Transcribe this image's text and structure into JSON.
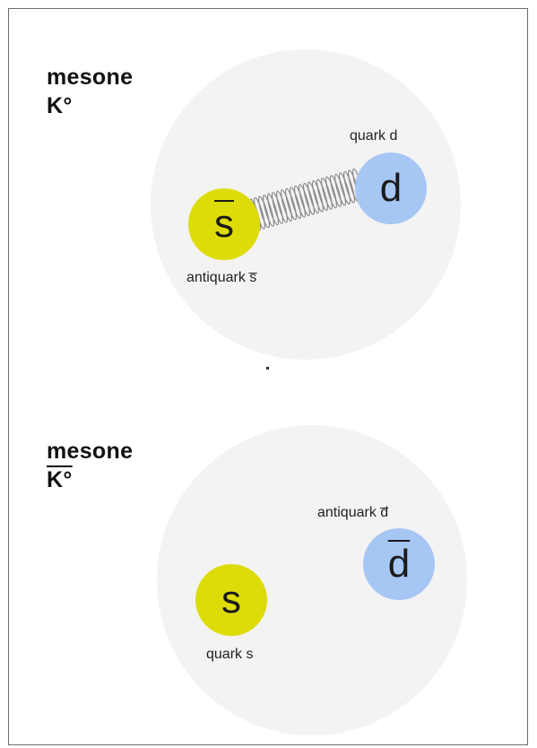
{
  "diagrams": [
    {
      "title_line1": "mesone",
      "title_line2": "K°",
      "title_overlined": false,
      "left_particle": {
        "symbol": "s",
        "overlined": true,
        "color": "#dedc08",
        "label": "antiquark s̅"
      },
      "right_particle": {
        "symbol": "d",
        "overlined": false,
        "color": "#a6c6f4",
        "label": "quark d"
      },
      "cloud_color": "#f3f3f3"
    },
    {
      "title_line1": "mesone",
      "title_line2": "K°",
      "title_overlined": true,
      "left_particle": {
        "symbol": "s",
        "overlined": false,
        "color": "#dedc08",
        "label": "quark s"
      },
      "right_particle": {
        "symbol": "d",
        "overlined": true,
        "color": "#a6c6f4",
        "label": "antiquark d̅"
      },
      "cloud_color": "#f3f3f3"
    }
  ]
}
